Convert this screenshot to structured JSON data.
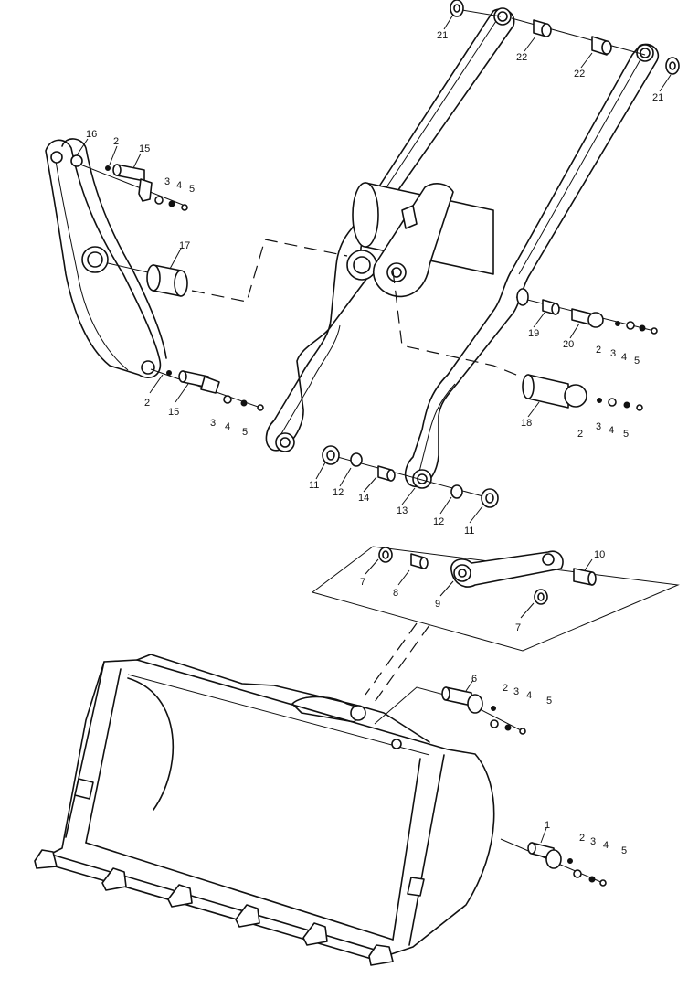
{
  "callouts": [
    {
      "id": "c21a",
      "text": "21"
    },
    {
      "id": "c22a",
      "text": "22"
    },
    {
      "id": "c22b",
      "text": "22"
    },
    {
      "id": "c21b",
      "text": "21"
    },
    {
      "id": "c16",
      "text": "16"
    },
    {
      "id": "c2a",
      "text": "2"
    },
    {
      "id": "c15a",
      "text": "15"
    },
    {
      "id": "c3a",
      "text": "3"
    },
    {
      "id": "c4a",
      "text": "4"
    },
    {
      "id": "c5a",
      "text": "5"
    },
    {
      "id": "c17",
      "text": "17"
    },
    {
      "id": "c19",
      "text": "19"
    },
    {
      "id": "c20",
      "text": "20"
    },
    {
      "id": "c2b",
      "text": "2"
    },
    {
      "id": "c3b",
      "text": "3"
    },
    {
      "id": "c4b",
      "text": "4"
    },
    {
      "id": "c5b",
      "text": "5"
    },
    {
      "id": "c2c",
      "text": "2"
    },
    {
      "id": "c15b",
      "text": "15"
    },
    {
      "id": "c3c",
      "text": "3"
    },
    {
      "id": "c4c",
      "text": "4"
    },
    {
      "id": "c5c",
      "text": "5"
    },
    {
      "id": "c18",
      "text": "18"
    },
    {
      "id": "c2d",
      "text": "2"
    },
    {
      "id": "c3d",
      "text": "3"
    },
    {
      "id": "c4d",
      "text": "4"
    },
    {
      "id": "c5d",
      "text": "5"
    },
    {
      "id": "c11a",
      "text": "11"
    },
    {
      "id": "c12a",
      "text": "12"
    },
    {
      "id": "c14",
      "text": "14"
    },
    {
      "id": "c13",
      "text": "13"
    },
    {
      "id": "c12b",
      "text": "12"
    },
    {
      "id": "c11b",
      "text": "11"
    },
    {
      "id": "c7a",
      "text": "7"
    },
    {
      "id": "c8",
      "text": "8"
    },
    {
      "id": "c9",
      "text": "9"
    },
    {
      "id": "c10",
      "text": "10"
    },
    {
      "id": "c7b",
      "text": "7"
    },
    {
      "id": "c6",
      "text": "6"
    },
    {
      "id": "c2e",
      "text": "2"
    },
    {
      "id": "c3e",
      "text": "3"
    },
    {
      "id": "c4e",
      "text": "4"
    },
    {
      "id": "c5e",
      "text": "5"
    },
    {
      "id": "c1",
      "text": "1"
    },
    {
      "id": "c2f",
      "text": "2"
    },
    {
      "id": "c3f",
      "text": "3"
    },
    {
      "id": "c4f",
      "text": "4"
    },
    {
      "id": "c5f",
      "text": "5"
    }
  ]
}
